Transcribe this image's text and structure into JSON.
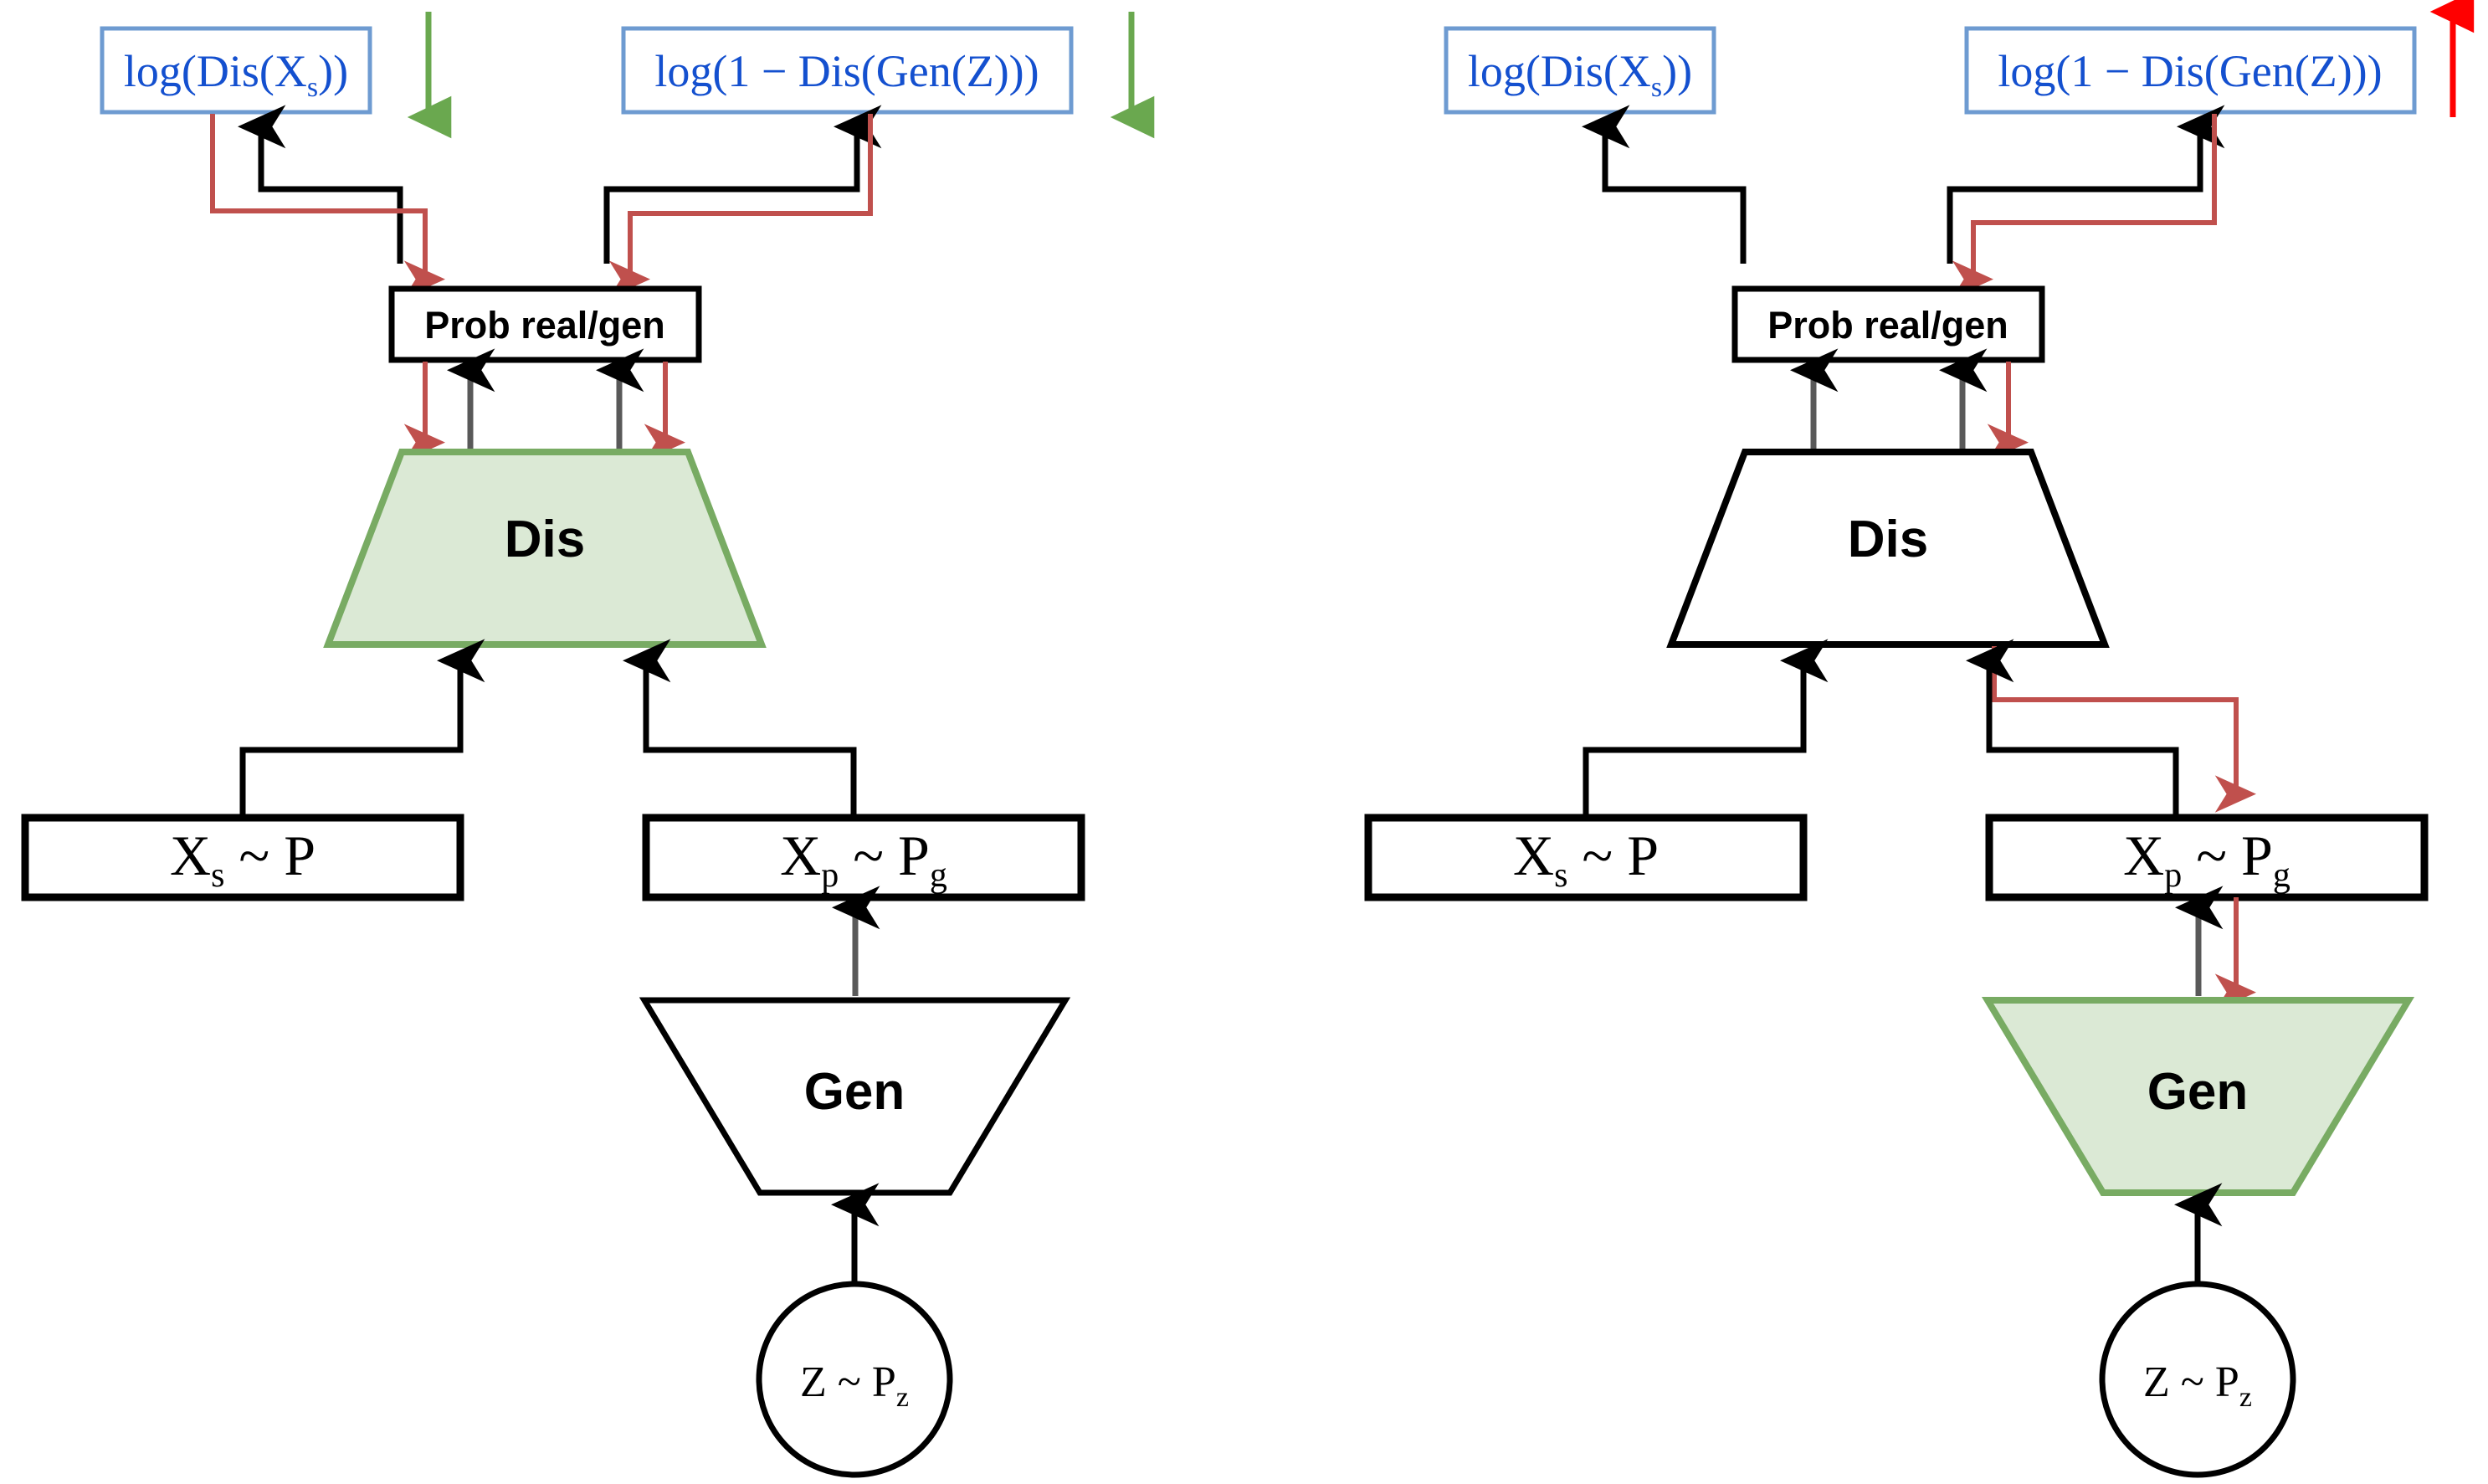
{
  "diagram": {
    "title_text": "",
    "panels": [
      {
        "id": "left",
        "name": "discriminator-training-panel",
        "highlighted_module": "Dis",
        "gradient_direction": "down",
        "arrow_color": "#6aa84f",
        "arrow_count": 2,
        "loss_boxes": [
          {
            "text": "log(Dis(X",
            "sub": "s",
            "tail": "))"
          },
          {
            "text": "log(1 − Dis(Gen(Z)))",
            "sub": "",
            "tail": ""
          }
        ],
        "prob_box_label": "Prob real/gen",
        "dis_label": "Dis",
        "gen_label": "Gen",
        "data_box_real": {
          "main": "X",
          "sub": "s",
          "rel": "~",
          "dist": "P",
          "dist_sub": ""
        },
        "data_box_fake": {
          "main": "X",
          "sub": "p",
          "rel": "~",
          "dist": "P",
          "dist_sub": "g"
        },
        "noise_node": {
          "main": "Z",
          "rel": "~",
          "dist": "P",
          "dist_sub": "z"
        }
      },
      {
        "id": "right",
        "name": "generator-training-panel",
        "highlighted_module": "Gen",
        "gradient_direction": "up",
        "arrow_color": "#ff0000",
        "arrow_count": 1,
        "loss_boxes": [
          {
            "text": "log(Dis(X",
            "sub": "s",
            "tail": "))"
          },
          {
            "text": "log(1 − Dis(Gen(Z)))",
            "sub": "",
            "tail": ""
          }
        ],
        "prob_box_label": "Prob real/gen",
        "dis_label": "Dis",
        "gen_label": "Gen",
        "data_box_real": {
          "main": "X",
          "sub": "s",
          "rel": "~",
          "dist": "P",
          "dist_sub": ""
        },
        "data_box_fake": {
          "main": "X",
          "sub": "p",
          "rel": "~",
          "dist": "P",
          "dist_sub": "g"
        },
        "noise_node": {
          "main": "Z",
          "rel": "~",
          "dist": "P",
          "dist_sub": "z"
        }
      }
    ],
    "colors": {
      "loss_box_border": "#6e9bd1",
      "loss_box_text": "#1450cf",
      "highlight_fill": "#dbe9d5",
      "highlight_stroke": "#78ab63",
      "backprop_red": "#c0504d",
      "forward_black": "#000000",
      "forward_gray": "#595959",
      "green_arrow": "#6aa84f",
      "red_arrow": "#ff0000",
      "background": "#ffffff"
    },
    "labels": {
      "loss_real_full": "log(Dis(Xs))",
      "loss_fake_full": "log(1 − Dis(Gen(Z)))",
      "prob": "Prob real/gen",
      "dis": "Dis",
      "gen": "Gen",
      "x_real": "Xs ~ P",
      "x_fake": "Xp ~ Pg",
      "z": "Z ~ Pz"
    }
  }
}
